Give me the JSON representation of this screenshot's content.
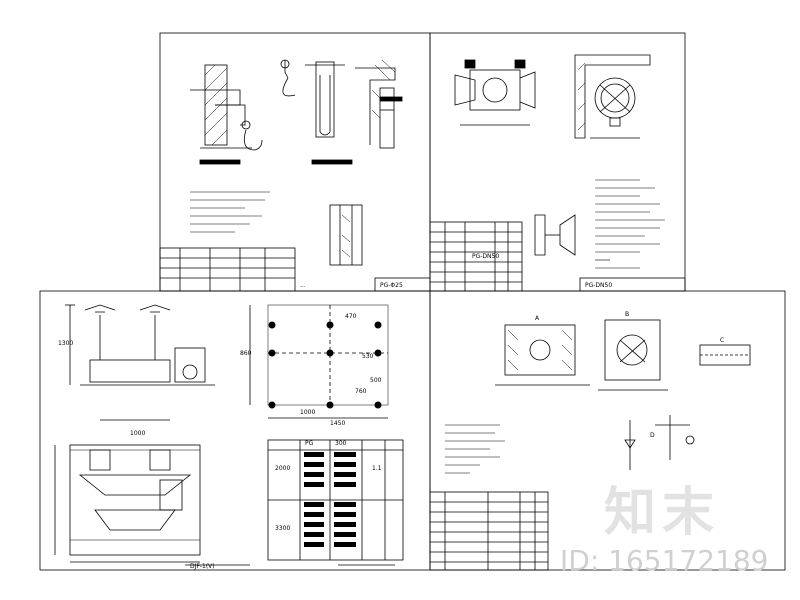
{
  "sheets": [
    {
      "name": "top-left-sheet",
      "labels": [
        "PG-Φ25",
        "..."
      ]
    },
    {
      "name": "top-right-sheet",
      "labels": [
        "PG-DN50",
        "PG-DN50"
      ]
    },
    {
      "name": "bottom-left-sheet",
      "labels": [
        "1300",
        "1000",
        "2000",
        "3300",
        "470",
        "860",
        "760",
        "530",
        "500",
        "1000",
        "1450",
        "PG",
        "300",
        "1.1",
        "DJF-1(V)"
      ]
    },
    {
      "name": "bottom-right-sheet",
      "labels": [
        "A",
        "B",
        "C",
        "D"
      ]
    }
  ],
  "watermark": {
    "logo": "知末",
    "id": "ID: 165172189"
  }
}
